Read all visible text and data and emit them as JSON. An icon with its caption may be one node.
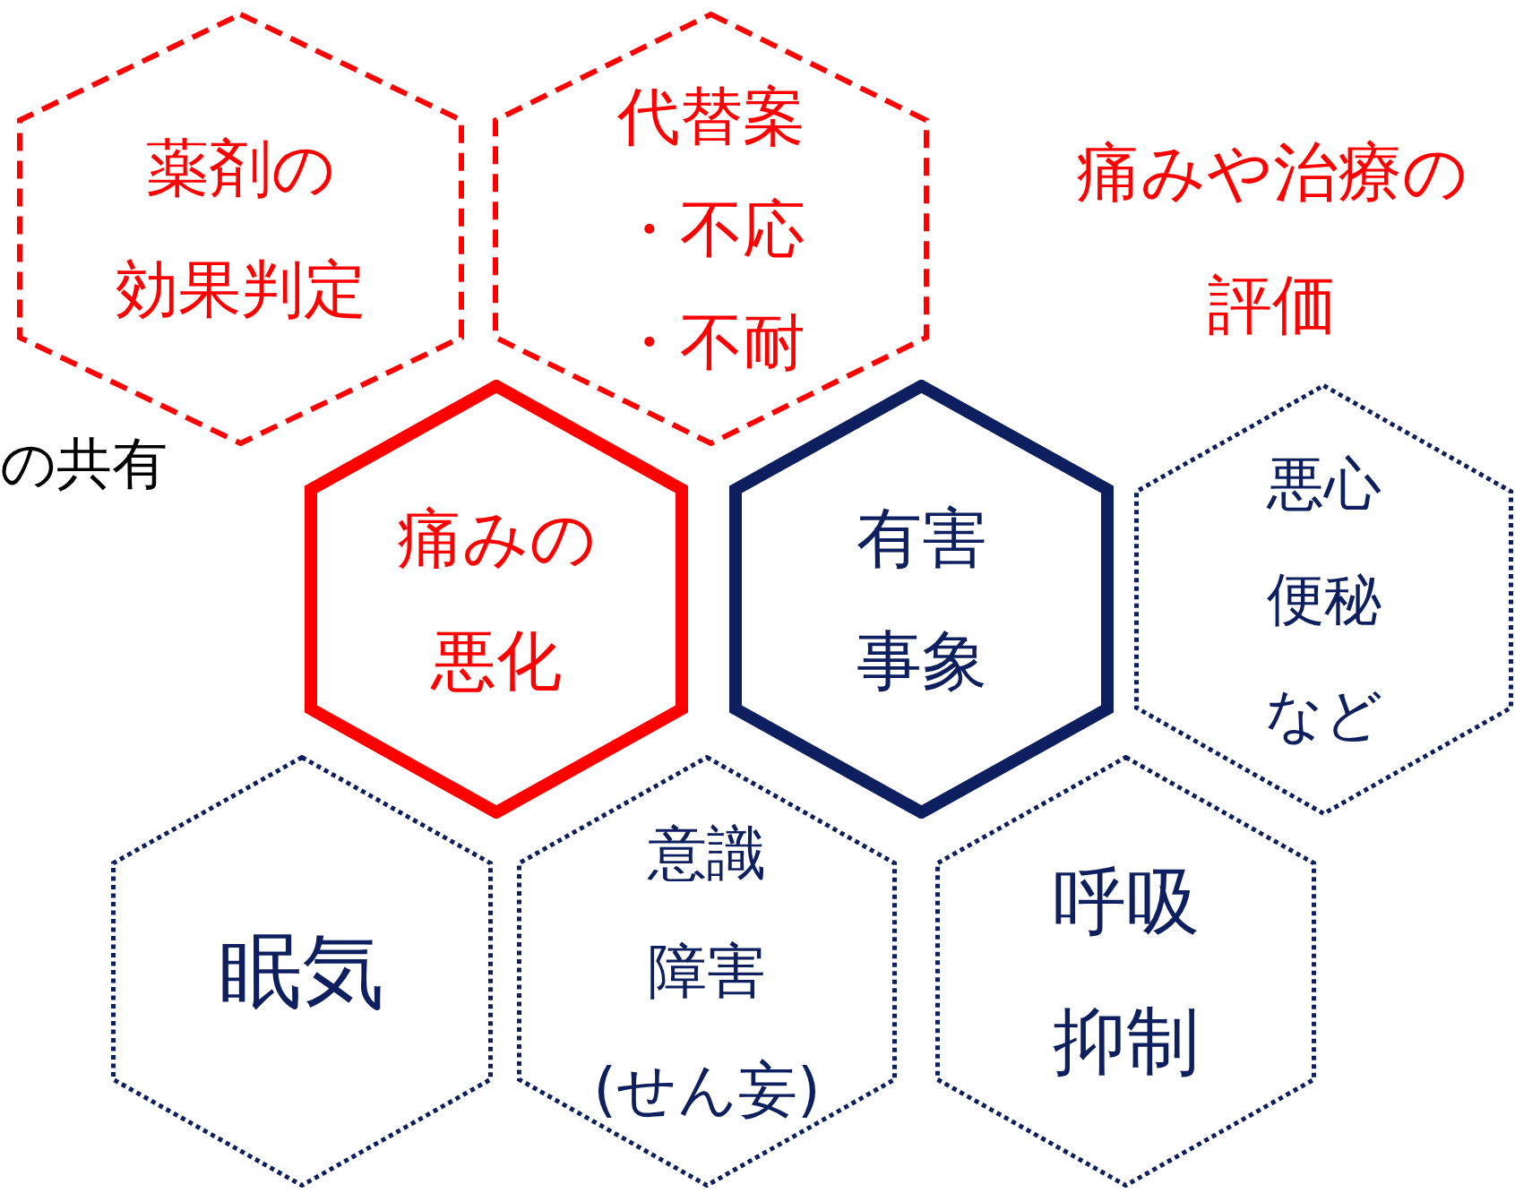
{
  "diagram": {
    "nodes": [
      {
        "text": [
          "薬剤の効果判定"
        ]
      },
      {
        "text": [
          "代替案",
          "・不応",
          "・不耐"
        ]
      },
      {
        "text": [
          "痛みの悪化"
        ]
      },
      {
        "text": [
          "有害事象"
        ]
      },
      {
        "text": [
          "悪心便秘など"
        ]
      },
      {
        "text": [
          "眠気"
        ]
      },
      {
        "text": [
          "意識障害(せん妄)"
        ]
      },
      {
        "text": [
          "呼吸抑制"
        ]
      }
    ],
    "labels": [
      "痛みや治療の評価",
      "の共有"
    ]
  }
}
